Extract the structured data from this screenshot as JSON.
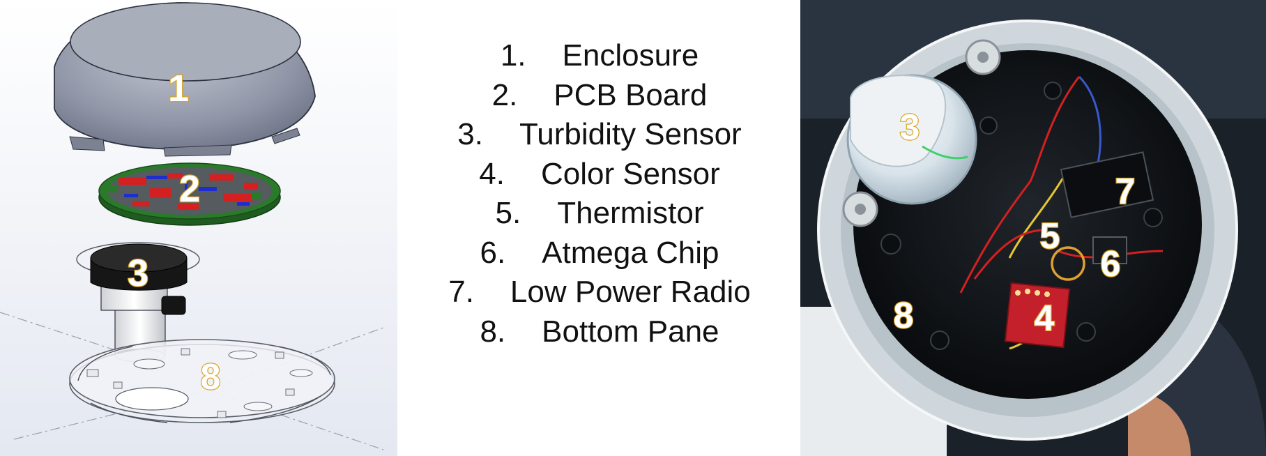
{
  "cad_labels": [
    "1",
    "2",
    "3",
    "8"
  ],
  "legend": [
    {
      "number": "1.",
      "text": "Enclosure"
    },
    {
      "number": "2.",
      "text": "PCB Board"
    },
    {
      "number": "3.",
      "text": "Turbidity Sensor"
    },
    {
      "number": "4.",
      "text": "Color Sensor"
    },
    {
      "number": "5.",
      "text": "Thermistor"
    },
    {
      "number": "6.",
      "text": "Atmega Chip"
    },
    {
      "number": "7.",
      "text": "Low Power Radio"
    },
    {
      "number": "8.",
      "text": "Bottom Pane"
    }
  ],
  "photo_labels": [
    "3",
    "7",
    "5",
    "6",
    "8",
    "4"
  ],
  "colors": {
    "label_fill": "#ffffff",
    "label_outline": "#d9a321",
    "enclosure": "#8d93a3",
    "pcb_red": "#d42020",
    "pcb_green": "#2b7a2b",
    "pcb_blue": "#1e2ecc",
    "thermistor_ring": "#e0a030"
  }
}
